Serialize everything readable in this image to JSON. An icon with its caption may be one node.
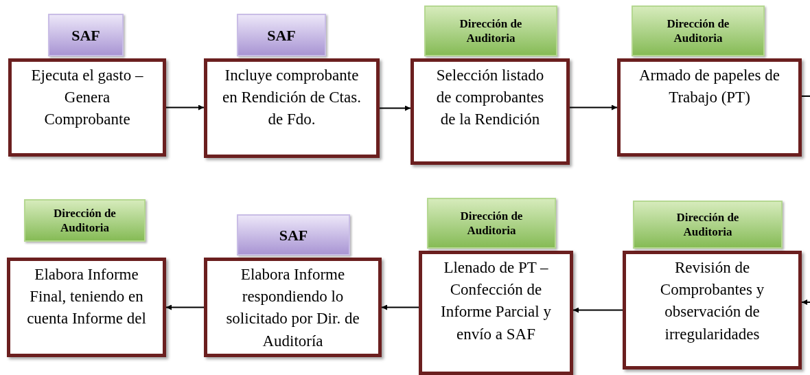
{
  "diagram": {
    "nodes": [
      {
        "text": [
          "SAF",
          "Ejecuta el gasto – Genera Comprobante"
        ]
      },
      {
        "text": [
          "SAF",
          "Incluye comprobante en Rendición de Ctas. de Fdo."
        ]
      },
      {
        "text": [
          "Dirección de Auditoria",
          "Selección listado de comprobantes de la Rendición"
        ]
      },
      {
        "text": [
          "Dirección de Auditoria",
          "Armado de papeles de Trabajo (PT)"
        ]
      },
      {
        "text": [
          "Dirección de Auditoria",
          "Elabora Informe Final, teniendo en cuenta Informe del"
        ]
      },
      {
        "text": [
          "SAF",
          "Elabora Informe respondiendo lo solicitado por Dir. de Auditoría"
        ]
      },
      {
        "text": [
          "Dirección de Auditoria",
          "Llenado de PT – Confección de Informe Parcial y envío a SAF"
        ]
      },
      {
        "text": [
          "Dirección de Auditoria",
          "Revisión de Comprobantes y observación de irregularidades"
        ]
      }
    ],
    "edges": [
      {
        "from": 0,
        "to": 1,
        "arrow": "to"
      },
      {
        "from": 1,
        "to": 2,
        "arrow": "to"
      },
      {
        "from": 2,
        "to": 3,
        "arrow": "to"
      },
      {
        "from": 3,
        "to": null,
        "arrow": "none"
      },
      {
        "from": null,
        "to": 7,
        "arrow": "to"
      },
      {
        "from": 7,
        "to": 6,
        "arrow": "to"
      },
      {
        "from": 6,
        "to": 5,
        "arrow": "to"
      },
      {
        "from": 5,
        "to": 4,
        "arrow": "to"
      }
    ]
  }
}
